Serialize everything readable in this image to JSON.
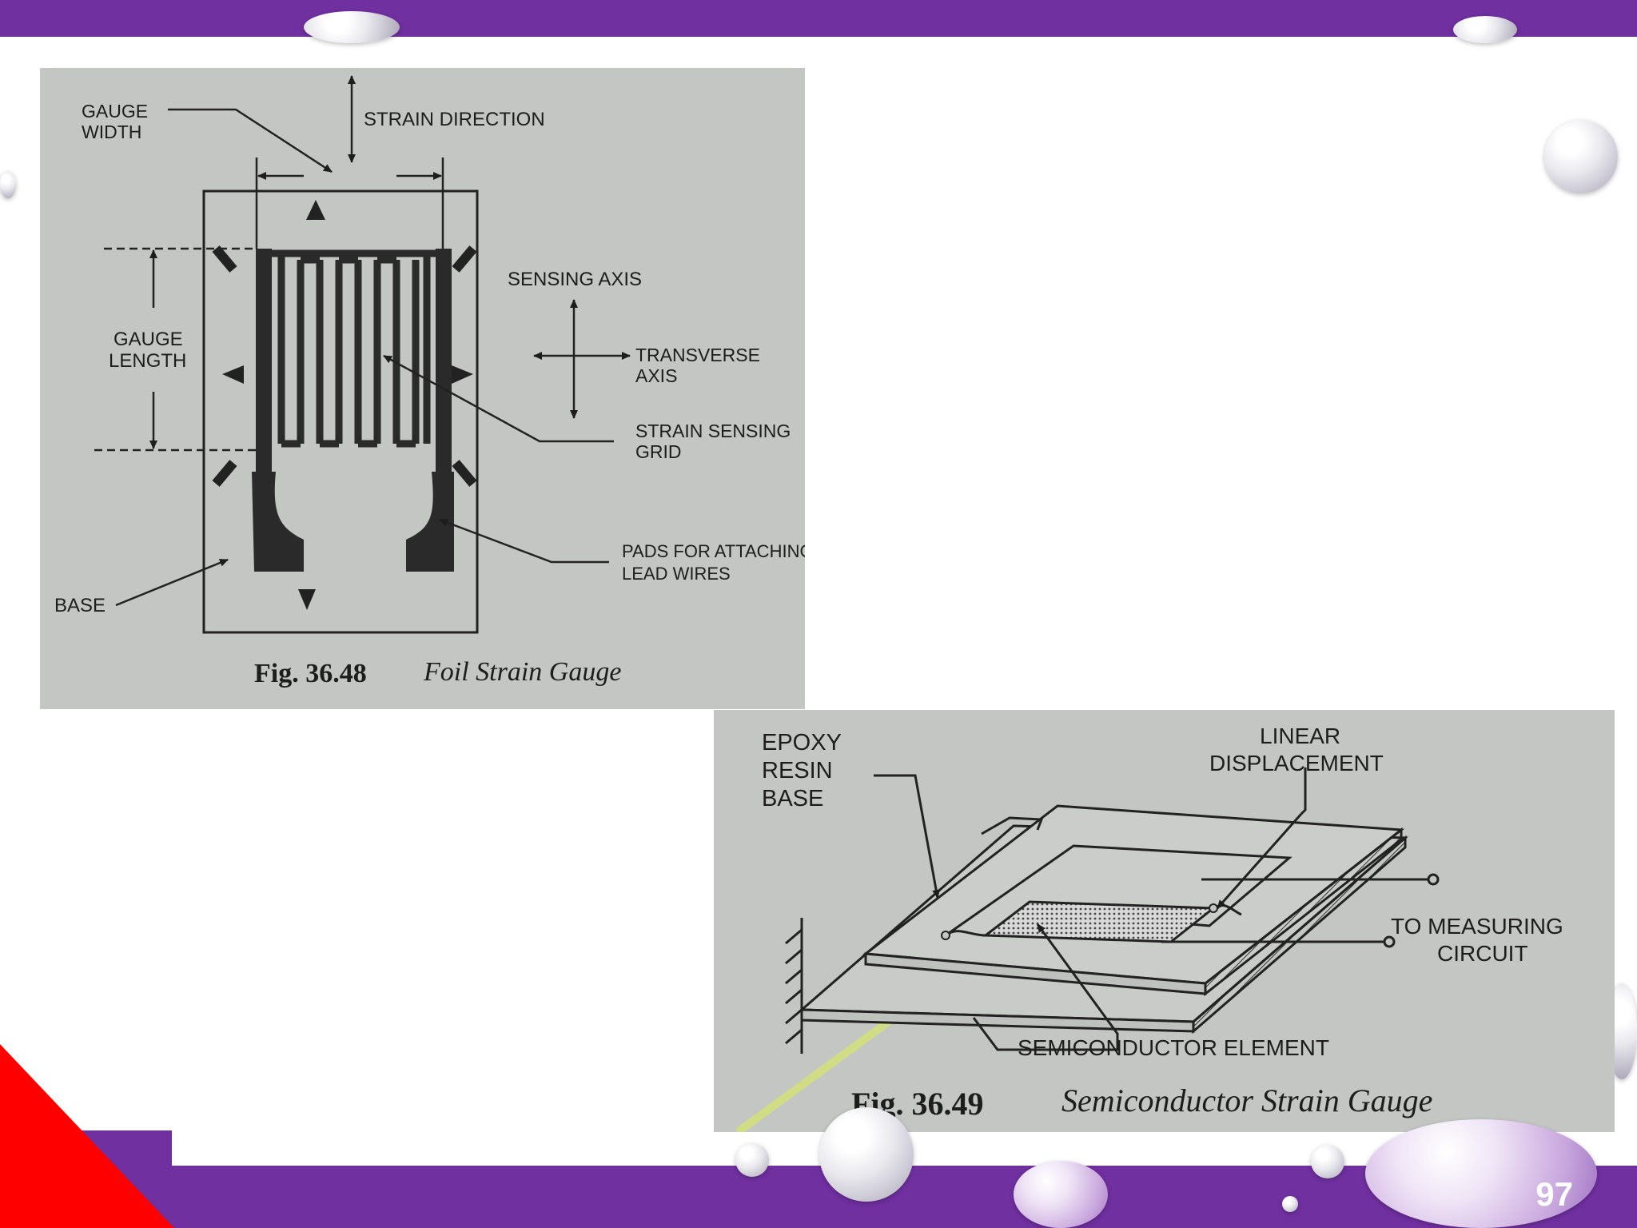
{
  "slide": {
    "page_number": "97",
    "colors": {
      "band": "#7030a0",
      "accent_red": "#ff0000",
      "figure_bg": "#c4c6c3"
    }
  },
  "figure1": {
    "labels": {
      "gauge_width": [
        "GAUGE",
        "WIDTH"
      ],
      "strain_direction": "STRAIN DIRECTION",
      "sensing_axis": "SENSING AXIS",
      "gauge_length": [
        "GAUGE",
        "LENGTH"
      ],
      "transverse_axis": [
        "TRANSVERSE",
        "AXIS"
      ],
      "strain_sensing_grid": [
        "STRAIN SENSING",
        "GRID"
      ],
      "pads": [
        "PADS FOR ATTACHING",
        "LEAD WIRES"
      ],
      "base": "BASE"
    },
    "caption_number": "Fig. 36.48",
    "caption_title": "Foil Strain Gauge"
  },
  "figure2": {
    "labels": {
      "epoxy": [
        "EPOXY",
        "RESIN",
        "BASE"
      ],
      "linear_displacement": [
        "LINEAR",
        "DISPLACEMENT"
      ],
      "measuring": [
        "TO MEASURING",
        "CIRCUIT"
      ],
      "semiconductor": "SEMICONDUCTOR ELEMENT"
    },
    "caption_number": "Fig. 36.49",
    "caption_title": "Semiconductor Strain Gauge"
  }
}
